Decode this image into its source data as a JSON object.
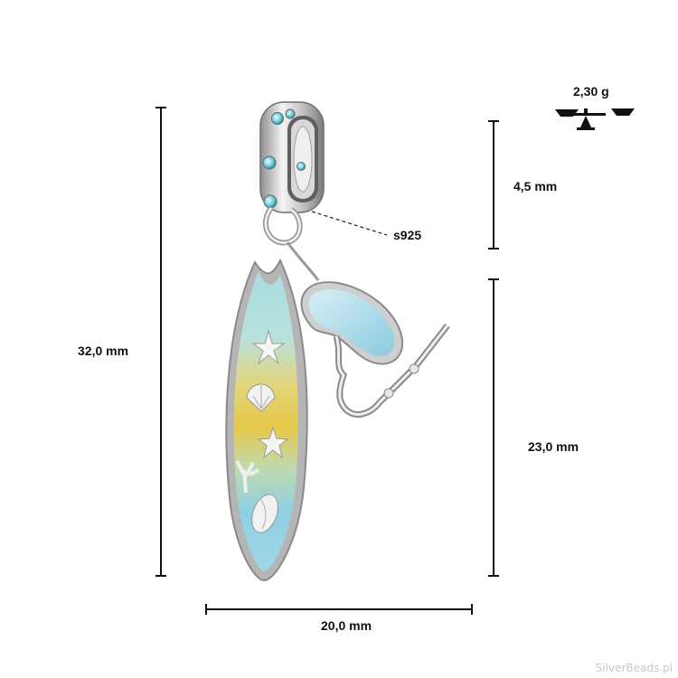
{
  "dimensions": {
    "height_total": "32,0 mm",
    "height_bail": "4,5 mm",
    "height_dangle": "23,0 mm",
    "width": "20,0 mm"
  },
  "weight": "2,30 g",
  "material_label": "s925",
  "watermark": "SilverBeads.pl",
  "icons": {
    "scale": "balance-scale-icon"
  }
}
